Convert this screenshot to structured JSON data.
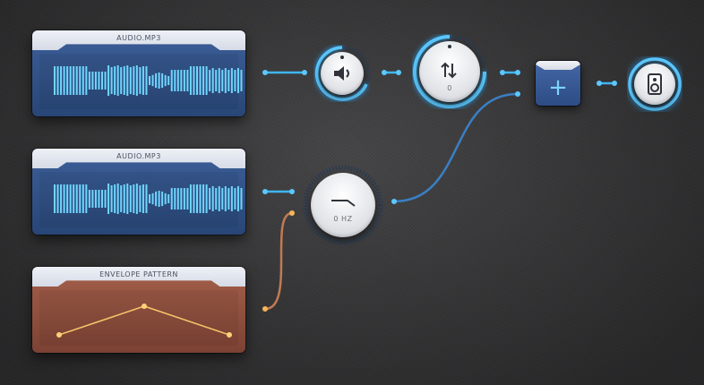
{
  "colors": {
    "wave": "#6fd6ff",
    "accent": "#36a9f0",
    "envelope_line": "#f5c268",
    "envelope_wire": "#d98a58",
    "card_blue": "#33548a",
    "card_copper": "#93523f"
  },
  "sources": [
    {
      "title": "AUDIO.MP3"
    },
    {
      "title": "AUDIO.MP3"
    }
  ],
  "envelope": {
    "title": "ENVELOPE PATTERN",
    "points": [
      [
        0,
        0.0
      ],
      [
        0.5,
        1.0
      ],
      [
        1.0,
        0.0
      ]
    ]
  },
  "nodes": {
    "volume": {
      "icon": "speaker-volume-icon",
      "level": 0.75
    },
    "pan": {
      "icon": "up-down-arrows-icon",
      "value": "0",
      "level": 0.72
    },
    "filter": {
      "icon": "lowpass-filter-icon",
      "value": "0 HZ"
    },
    "mixer": {
      "icon": "plus-icon",
      "label": "+"
    },
    "output": {
      "icon": "speaker-output-icon"
    }
  }
}
